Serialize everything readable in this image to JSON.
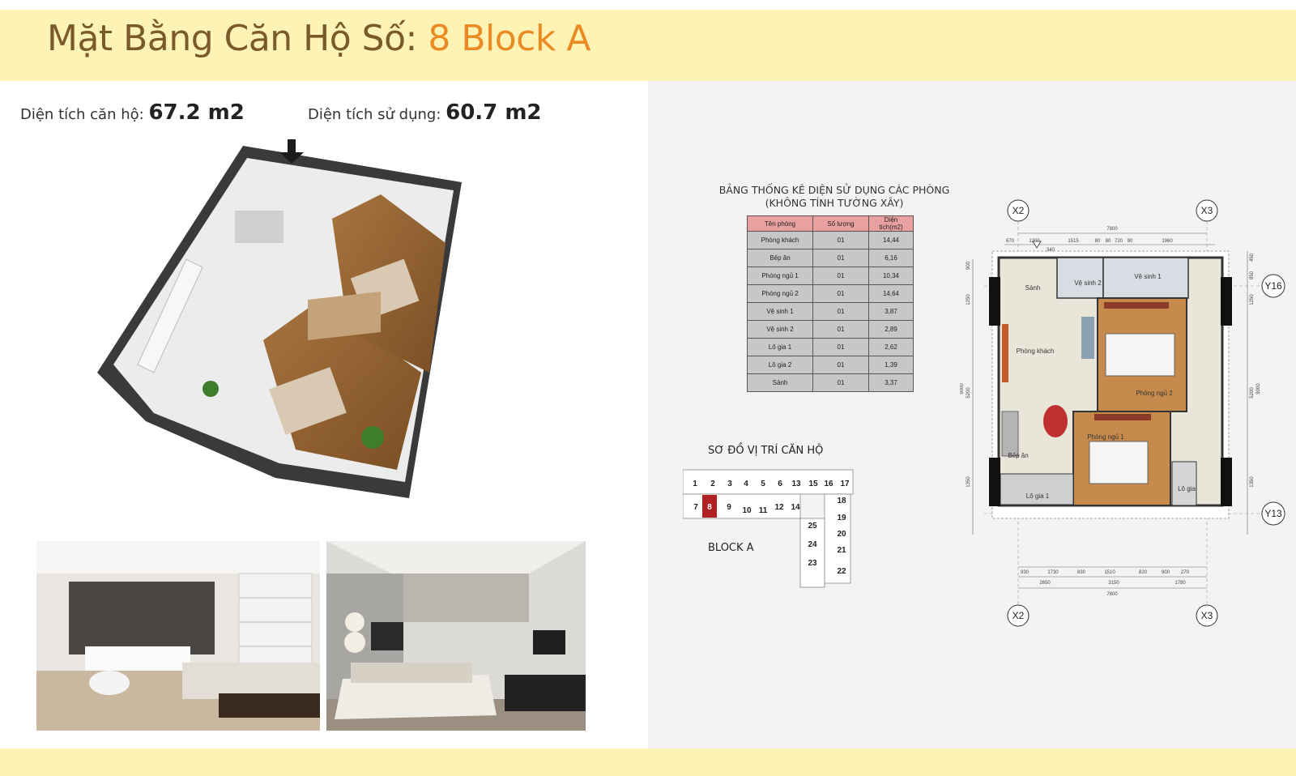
{
  "header": {
    "title_prefix": "Mặt Bằng Căn Hộ Số:",
    "title_unit": "8 Block A"
  },
  "areas": {
    "total_label": "Diện tích căn hộ:",
    "total_value": "67.2 m2",
    "usable_label": "Diện tích sử dụng:",
    "usable_value": "60.7 m2"
  },
  "stats": {
    "title_line1": "BẢNG THỐNG KÊ DIỆN SỬ DỤNG CÁC PHÒNG",
    "title_line2": "(KHÔNG TÍNH TƯỜNG XÂY)",
    "headers": [
      "Tên phòng",
      "Số lượng",
      "Diện tích(m2)"
    ],
    "rows": [
      [
        "Phòng khách",
        "01",
        "14,44"
      ],
      [
        "Bếp ăn",
        "01",
        "6,16"
      ],
      [
        "Phòng ngủ 1",
        "01",
        "10,34"
      ],
      [
        "Phòng ngủ 2",
        "01",
        "14,64"
      ],
      [
        "Vệ sinh 1",
        "01",
        "3,87"
      ],
      [
        "Vệ sinh 2",
        "01",
        "2,89"
      ],
      [
        "Lô gia 1",
        "01",
        "2,62"
      ],
      [
        "Lô gia 2",
        "01",
        "1,39"
      ],
      [
        "Sảnh",
        "01",
        "3,37"
      ]
    ]
  },
  "location": {
    "title": "SƠ ĐỒ VỊ TRÍ CĂN HỘ",
    "block_label": "BLOCK A",
    "highlighted_unit": "8",
    "units_top": [
      "1",
      "2",
      "3",
      "4",
      "5",
      "6",
      "13",
      "15",
      "16",
      "17"
    ],
    "units_mid": [
      "7",
      "8",
      "9",
      "10",
      "11",
      "12",
      "14",
      "18"
    ],
    "units_right": [
      "19",
      "20",
      "21",
      "22"
    ],
    "units_core": [
      "25",
      "24",
      "23"
    ]
  },
  "floorplan": {
    "axis_labels": [
      "X2",
      "X3",
      "X2",
      "X3",
      "Y16",
      "Y13"
    ],
    "rooms": [
      "Sảnh",
      "Vệ sinh 2",
      "Vệ sinh 1",
      "Phòng khách",
      "Phòng ngủ 2",
      "Bếp ăn",
      "Phòng ngủ 1",
      "Lô gia 1",
      "Lô gia"
    ],
    "dims_top": [
      "7800",
      "670",
      "1200",
      "1515",
      "80",
      "80",
      "720",
      "90",
      "1960",
      "340"
    ],
    "dims_bottom": [
      "930",
      "1730",
      "830",
      "1510",
      "820",
      "900",
      "270",
      "2650",
      "3150",
      "1780",
      "7800"
    ],
    "dims_left": [
      "900",
      "1250",
      "5200",
      "9000",
      "1350"
    ],
    "dims_right": [
      "450",
      "850",
      "1250",
      "5200",
      "9000",
      "1350"
    ]
  },
  "colors": {
    "header_band": "#fdf3b4",
    "title_brown": "#7a5a2a",
    "title_orange": "#e98a22",
    "table_header": "#e8a0a0",
    "table_cell": "#c7c7c7",
    "highlight_unit": "#b22222"
  }
}
